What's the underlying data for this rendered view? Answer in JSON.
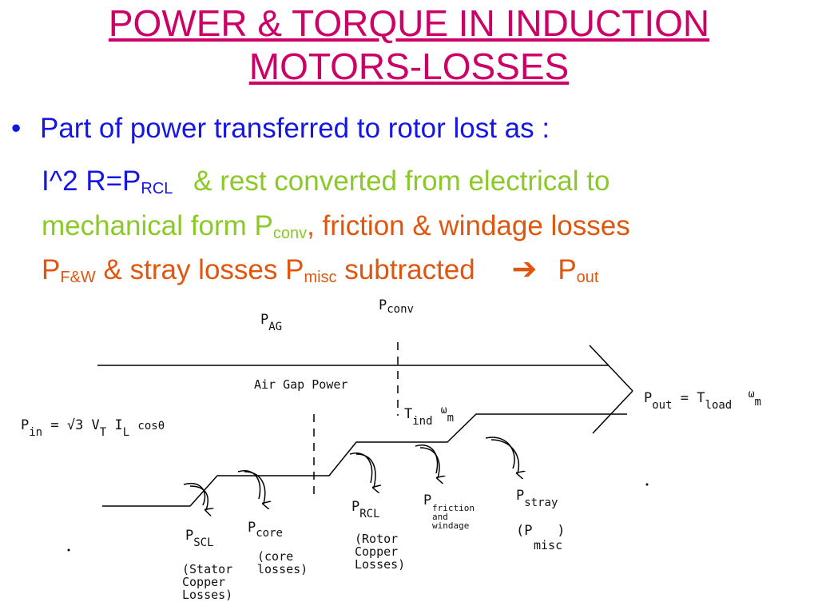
{
  "title": {
    "line1": "POWER & TORQUE IN INDUCTION",
    "line2": "MOTORS-LOSSES"
  },
  "bullet": {
    "line1": "Part of power transferred to rotor lost as :",
    "line2_a": "I^2 R=P",
    "line2_a_sub": "RCL",
    "line2_b": "& rest converted from electrical to",
    "line3_a": "mechanical form P",
    "line3_a_sub": "conv",
    "line3_comma": ",",
    "line3_b": "friction & windage losses",
    "line4_a": "P",
    "line4_a_sub": "F&W",
    "line4_b": "& stray losses P",
    "line4_b_sub": "misc",
    "line4_c": "subtracted",
    "line4_arrow": "➔",
    "line4_d": "P",
    "line4_d_sub": "out"
  },
  "diagram": {
    "pag": "P",
    "pag_sub": "AG",
    "pconv": "P",
    "pconv_sub": "conv",
    "air_gap": "Air Gap Power",
    "tind": "T",
    "tind_sub": "ind",
    "omega_m": "ω",
    "omega_m_sub": "m",
    "pout": "P",
    "pout_sub": "out",
    "pout_eq": "= T",
    "tload_sub": "load",
    "pout_omega": "ω",
    "pout_omega_sub": "m",
    "pin": "P",
    "pin_sub": "in",
    "pin_eq": "= √3 V",
    "vt_sub": "T",
    "il": "I",
    "il_sub": "L",
    "cos": "cosθ",
    "pscl": "P",
    "pscl_sub": "SCL",
    "pscl_desc1": "(Stator",
    "pscl_desc2": "Copper",
    "pscl_desc3": "Losses)",
    "pcore": "P",
    "pcore_sub": "core",
    "pcore_desc1": "(core",
    "pcore_desc2": "losses)",
    "prcl": "P",
    "prcl_sub": "RCL",
    "prcl_desc1": "(Rotor",
    "prcl_desc2": "Copper",
    "prcl_desc3": "Losses)",
    "pfw": "P",
    "pfw_sub1": "friction",
    "pfw_sub2": "and",
    "pfw_sub3": "windage",
    "pstray": "P",
    "pstray_sub": "stray",
    "pmisc_open": "(P",
    "pmisc_close": ")",
    "pmisc_sub": "misc"
  }
}
